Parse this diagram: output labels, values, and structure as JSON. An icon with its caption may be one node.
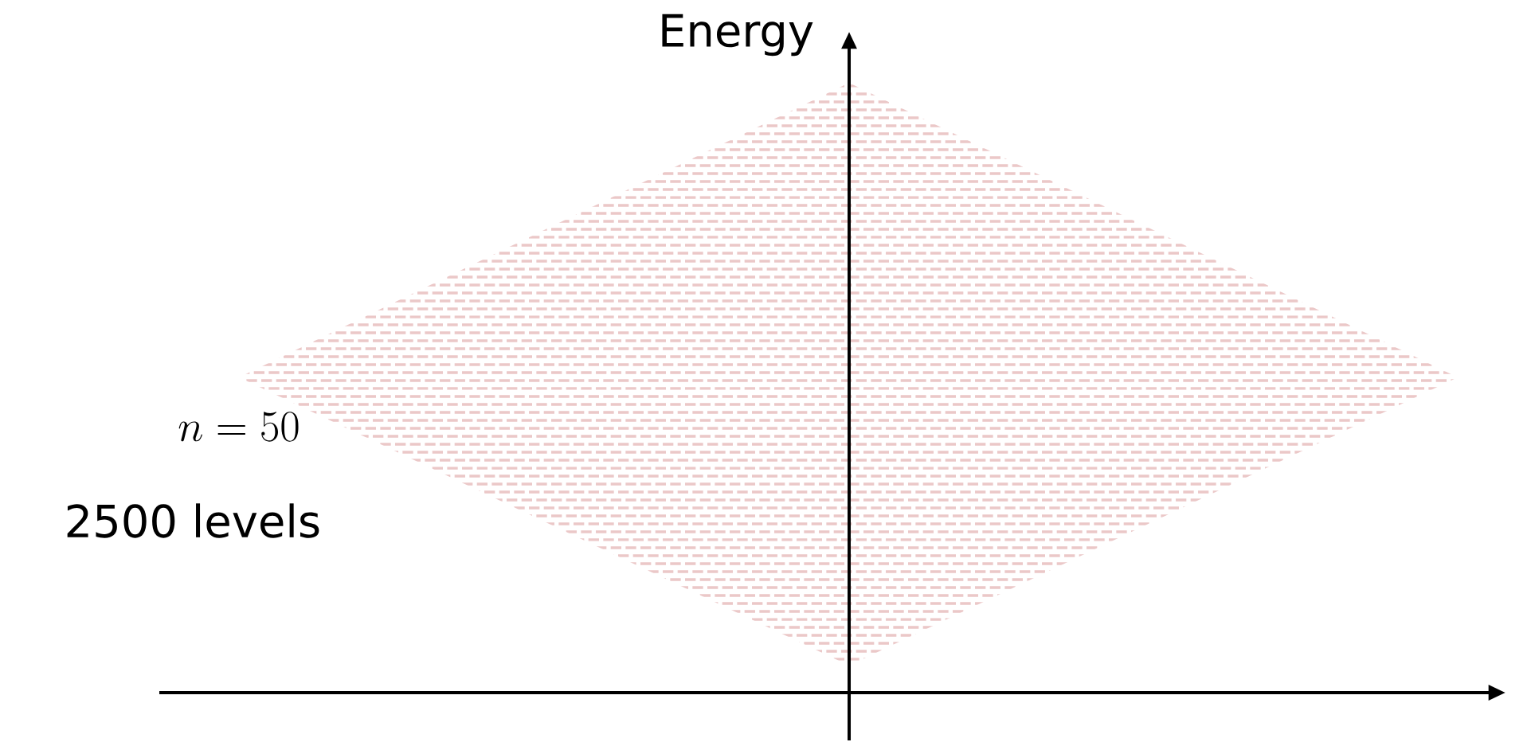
{
  "diagram": {
    "labels": [
      "Energy",
      "n = 50",
      "2500 levels"
    ]
  }
}
